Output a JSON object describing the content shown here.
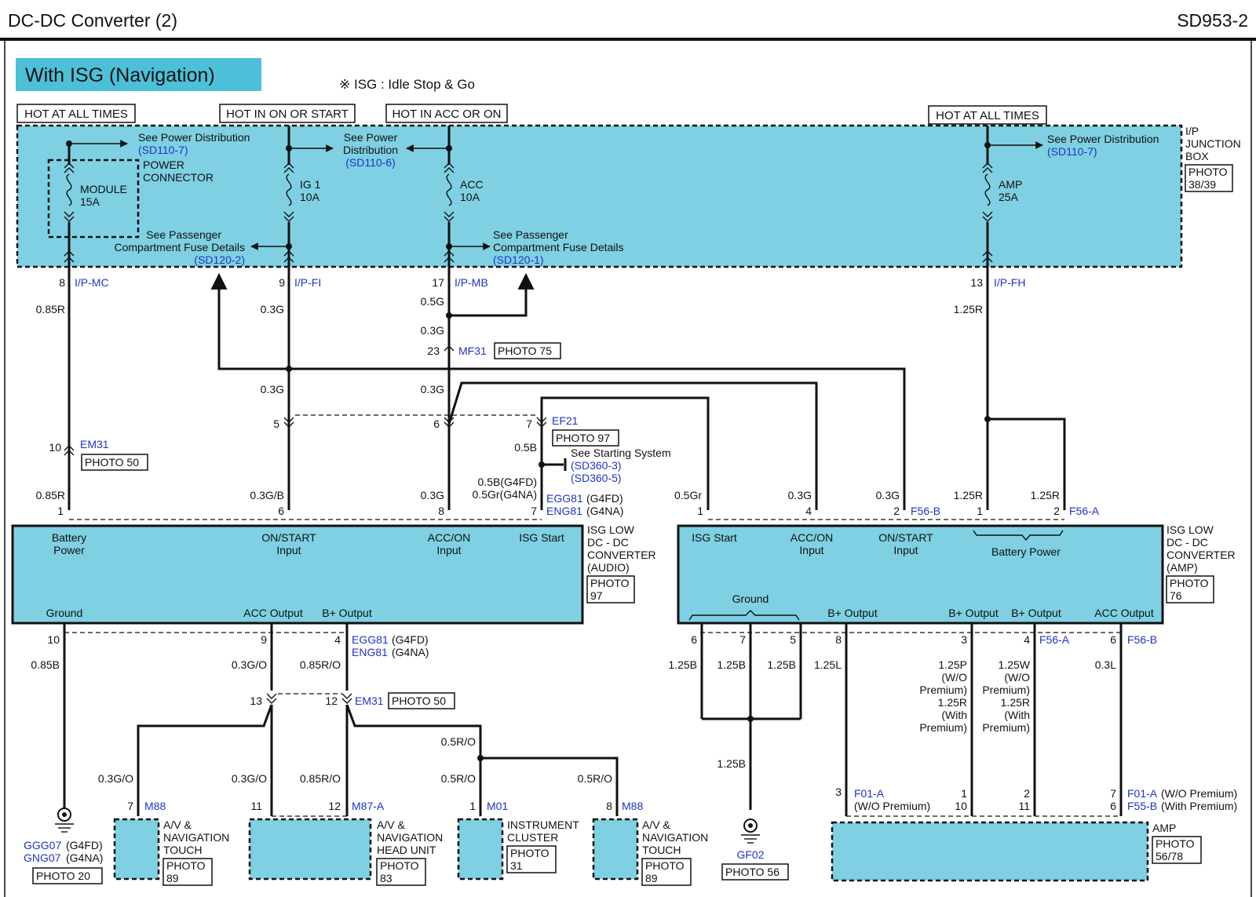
{
  "page": {
    "title": "DC-DC Converter (2)",
    "code": "SD953-2"
  },
  "section": {
    "label": "With ISG (Navigation)",
    "note": "※ ISG : Idle Stop & Go"
  },
  "feeds": {
    "f1": "HOT AT ALL TIMES",
    "f2": "HOT IN ON OR START",
    "f3": "HOT IN ACC OR ON",
    "f4": "HOT AT ALL TIMES"
  },
  "junction": {
    "name1": "I/P",
    "name2": "JUNCTION",
    "name3": "BOX",
    "photo1": "PHOTO",
    "photo2": "38/39"
  },
  "refs": {
    "r1a": "See Power Distribution",
    "r1b": "(SD110-7)",
    "r2a": "See Power",
    "r2b": "Distribution",
    "r2c": "(SD110-6)",
    "r3a": "See Power Distribution",
    "r3b": "(SD110-7)",
    "r4a": "See Passenger",
    "r4b": "Compartment Fuse Details",
    "r4c": "(SD120-2)",
    "r5a": "See Passenger",
    "r5b": "Compartment Fuse Details",
    "r5c": "(SD120-1)",
    "r6a": "See Starting System",
    "r6b": "(SD360-3)",
    "r6c": "(SD360-5)"
  },
  "fuses": {
    "pc1": "POWER",
    "pc2": "CONNECTOR",
    "m1": "MODULE",
    "m2": "15A",
    "ig1": "IG 1",
    "ig2": "10A",
    "acc1": "ACC",
    "acc2": "10A",
    "amp1": "AMP",
    "amp2": "25A"
  },
  "connectors": {
    "ipmc": "I/P-MC",
    "ipfi": "I/P-FI",
    "ipmb": "I/P-MB",
    "ipfh": "I/P-FH",
    "mf31": "MF31",
    "photo75": "PHOTO 75",
    "em31": "EM31",
    "photo50": "PHOTO 50",
    "ef21": "EF21",
    "photo97": "PHOTO 97",
    "egg81": "EGG81",
    "eng81": "ENG81",
    "g4fd": "(G4FD)",
    "g4na": "(G4NA)",
    "f56b": "F56-B",
    "f56a": "F56-A",
    "em31b": "EM31",
    "photo50b": "PHOTO 50",
    "m88a": "M88",
    "m87a": "M87-A",
    "m01": "M01",
    "m88b": "M88",
    "f01a": "F01-A",
    "f55b": "F55-B",
    "wo": "(W/O Premium)",
    "with": "(With Premium)",
    "f56a2": "F56-A",
    "f56b2": "F56-B"
  },
  "pins": {
    "p8": "8",
    "p9": "9",
    "p17": "17",
    "p13": "13",
    "p23": "23",
    "p10": "10",
    "p5": "5",
    "p6": "6",
    "p7": "7",
    "a1": "1",
    "a6": "6",
    "a8": "8",
    "a7": "7",
    "b1": "1",
    "b4": "4",
    "b2": "2",
    "c1": "1",
    "c2": "2",
    "o10": "10",
    "o9": "9",
    "o4": "4",
    "r6": "6",
    "r7": "7",
    "r5": "5",
    "r8": "8",
    "r3": "3",
    "r4": "4",
    "r6b": "6",
    "j13": "13",
    "j12": "12",
    "n7": "7",
    "n11": "11",
    "n12": "12",
    "n1": "1",
    "n8": "8",
    "z3": "3",
    "z1": "1",
    "z10": "10",
    "z2": "2",
    "z11": "11",
    "z7": "7",
    "z6": "6"
  },
  "wires": {
    "w085r": "0.85R",
    "w03g1": "0.3G",
    "w05g": "0.5G",
    "w03g2": "0.3G",
    "w125r": "1.25R",
    "w03g3": "0.3G",
    "w03g4": "0.3G",
    "w05b": "0.5B",
    "w085r2": "0.85R",
    "w03gb": "0.3G/B",
    "w03g5": "0.3G",
    "w05bg": "0.5B(G4FD)",
    "w05gr": "0.5Gr(G4NA)",
    "w05gr2": "0.5Gr",
    "w03g6": "0.3G",
    "w03g7": "0.3G",
    "w125r2": "1.25R",
    "w125r3": "1.25R",
    "w085b": "0.85B",
    "w03go": "0.3G/O",
    "w085ro": "0.85R/O",
    "w125b1": "1.25B",
    "w125b2": "1.25B",
    "w125b3": "1.25B",
    "w125l": "1.25L",
    "w125p1": "1.25P",
    "w125p2": "(W/O",
    "w125p3": "Premium)",
    "w125p4": "1.25R",
    "w125p5": "(With",
    "w125p6": "Premium)",
    "w125w1": "1.25W",
    "w125w2": "(W/O",
    "w125w3": "Premium)",
    "w125w4": "1.25R",
    "w125w5": "(With",
    "w125w6": "Premium)",
    "w03l": "0.3L",
    "w05ro": "0.5R/O",
    "w03go2": "0.3G/O",
    "w03go3": "0.3G/O",
    "w085ro2": "0.85R/O",
    "w05ro2": "0.5R/O",
    "w05ro3": "0.5R/O",
    "w125b4": "1.25B"
  },
  "audio": {
    "bp1": "Battery",
    "bp2": "Power",
    "os1": "ON/START",
    "os2": "Input",
    "ao1": "ACC/ON",
    "ao2": "Input",
    "isg": "ISG Start",
    "gnd": "Ground",
    "acco": "ACC Output",
    "bo": "B+ Output",
    "n1": "ISG LOW",
    "n2": "DC - DC",
    "n3": "CONVERTER",
    "n4": "(AUDIO)",
    "ph1": "PHOTO",
    "ph2": "97"
  },
  "amp": {
    "isg": "ISG Start",
    "ao1": "ACC/ON",
    "ao2": "Input",
    "os1": "ON/START",
    "os2": "Input",
    "bp": "Battery Power",
    "gnd": "Ground",
    "bo1": "B+ Output",
    "bo2": "B+ Output",
    "bo3": "B+ Output",
    "acco": "ACC Output",
    "n1": "ISG LOW",
    "n2": "DC - DC",
    "n3": "CONVERTER",
    "n4": "(AMP)",
    "ph1": "PHOTO",
    "ph2": "76"
  },
  "grounds": {
    "ggg07": "GGG07",
    "gng07": "GNG07",
    "g4fd": "(G4FD)",
    "g4na": "(G4NA)",
    "photo20": "PHOTO 20",
    "gf02": "GF02",
    "photo56": "PHOTO 56"
  },
  "devices": {
    "t1a": "A/V &",
    "t1b": "NAVIGATION",
    "t1c": "TOUCH",
    "t1p1": "PHOTO",
    "t1p2": "89",
    "h1": "A/V &",
    "h2": "NAVIGATION",
    "h3": "HEAD UNIT",
    "hp1": "PHOTO",
    "hp2": "83",
    "c1": "INSTRUMENT",
    "c2": "CLUSTER",
    "cp1": "PHOTO",
    "cp2": "31",
    "t2a": "A/V &",
    "t2b": "NAVIGATION",
    "t2c": "TOUCH",
    "t2p1": "PHOTO",
    "t2p2": "89",
    "amp": "AMP",
    "ap1": "PHOTO",
    "ap2": "56/78"
  }
}
